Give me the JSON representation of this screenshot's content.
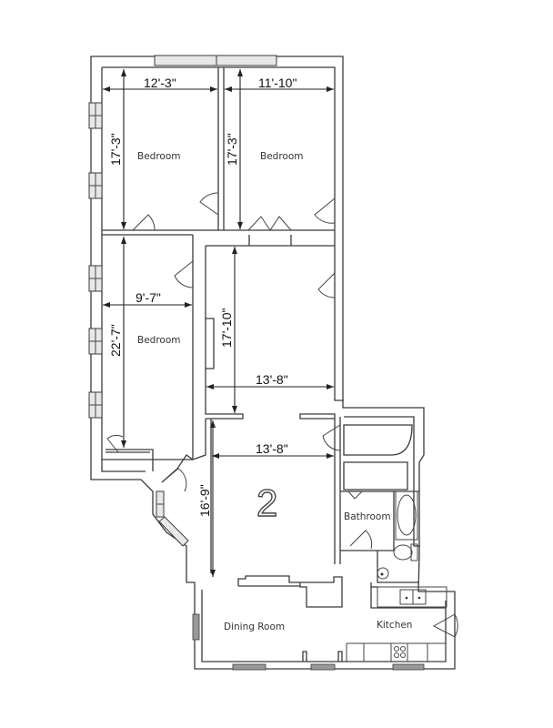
{
  "plan": {
    "unit_number": "2",
    "rooms": [
      {
        "id": "bedroom-1",
        "label": "Bedroom",
        "width": "12'-3\"",
        "depth": "17'-3\""
      },
      {
        "id": "bedroom-2",
        "label": "Bedroom",
        "width": "11'-10\"",
        "depth": "17'-3\""
      },
      {
        "id": "bedroom-3",
        "label": "Bedroom",
        "width": "9'-7\"",
        "depth": "22'-7\""
      },
      {
        "id": "living-room",
        "label": "",
        "width": "13'-8\"",
        "depth": "17'-10\""
      },
      {
        "id": "center-room",
        "label": "",
        "width": "13'-8\"",
        "depth": "16'-9\""
      },
      {
        "id": "bathroom",
        "label": "Bathroom"
      },
      {
        "id": "dining-room",
        "label": "Dining Room"
      },
      {
        "id": "kitchen",
        "label": "Kitchen"
      }
    ],
    "colors": {
      "wall": "#3a3a3a",
      "background": "#ffffff",
      "text": "#222222"
    }
  }
}
